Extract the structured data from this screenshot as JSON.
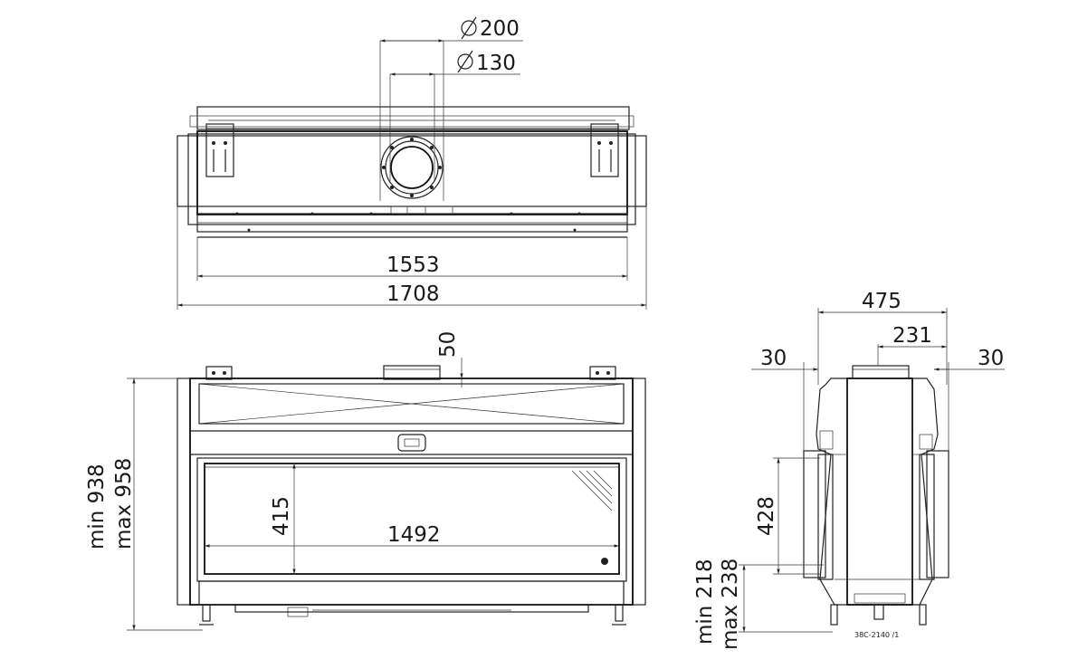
{
  "dimensions": {
    "top": {
      "diameter_200": "200",
      "diameter_130": "130",
      "width_inner": "1553",
      "width_outer": "1708"
    },
    "front": {
      "top_offset": "50",
      "glass_height": "415",
      "glass_width": "1492",
      "height_min": "min 938",
      "height_max": "max 958"
    },
    "side": {
      "depth": "475",
      "flue_offset": "231",
      "left_gap": "30",
      "right_gap": "30",
      "glass_height": "428",
      "base_min": "min 218",
      "base_max": "max 238"
    }
  },
  "drawing_number": "38C-2140 /1",
  "colors": {
    "line": "#222222",
    "background": "#ffffff"
  }
}
